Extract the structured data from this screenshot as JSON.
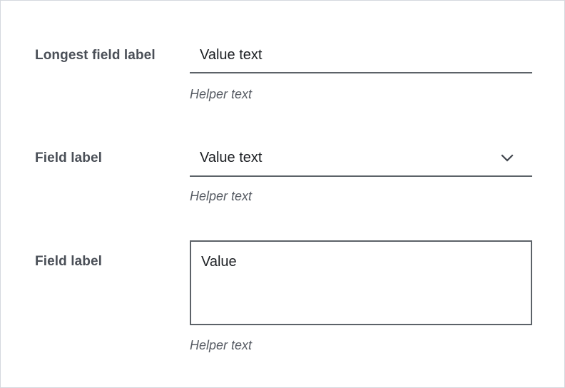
{
  "form": {
    "fields": [
      {
        "id": "text-field",
        "type": "text-input",
        "label": "Longest field label",
        "value": "Value text",
        "helper": "Helper text"
      },
      {
        "id": "select-field",
        "type": "select",
        "label": "Field label",
        "value": "Value text",
        "helper": "Helper text",
        "icon": "chevron-down-icon"
      },
      {
        "id": "textarea-field",
        "type": "textarea",
        "label": "Field label",
        "value": "Value",
        "helper": "Helper text"
      }
    ]
  },
  "colors": {
    "label": "#4a4f57",
    "value": "#1c1f23",
    "helper": "#565b63",
    "line": "#5c6268",
    "page_border": "#d4d8de",
    "background": "#ffffff"
  }
}
